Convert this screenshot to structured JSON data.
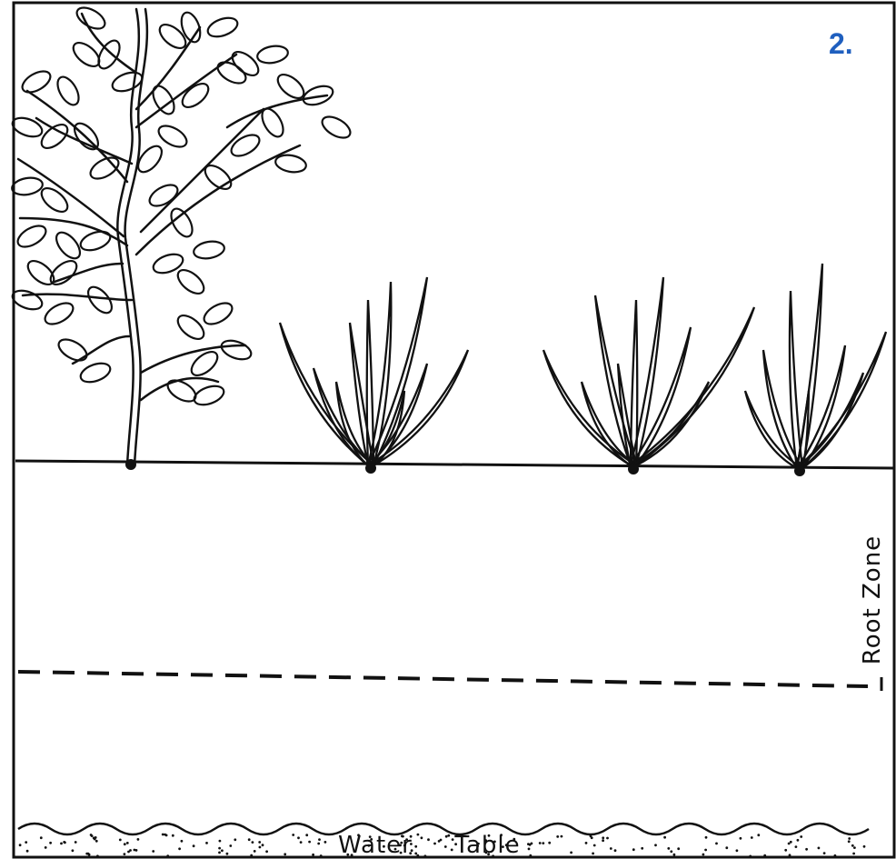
{
  "panel": {
    "number": "2."
  },
  "labels": {
    "root_zone": "Root Zone",
    "water_table_word1": "Water",
    "water_table_word2": "Table"
  },
  "colors": {
    "ink": "#111111",
    "accent_blue": "#1f5fbf",
    "background": "#ffffff"
  },
  "elements": {
    "tree": "shrub-tree",
    "grass_clumps": [
      "grass-clump-1",
      "grass-clump-2",
      "grass-clump-3"
    ],
    "ground_line": "soil-surface",
    "root_zone_boundary": "dashed-line",
    "water_table": "stippled-wavy-band"
  }
}
